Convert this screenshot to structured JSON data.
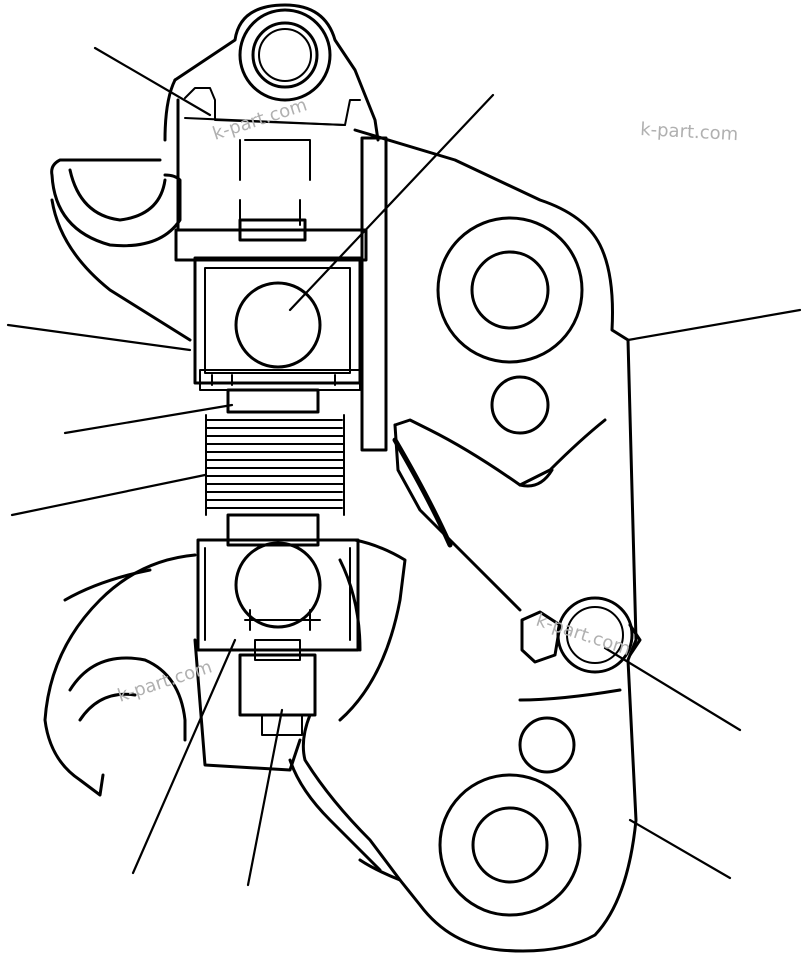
{
  "figure": {
    "watermarks": [
      "k-part.com",
      "k-part.com",
      "k-part.com",
      "k-part.com"
    ]
  },
  "colors": {
    "line": "#000000",
    "background": "#ffffff",
    "watermark": "#b0b0b0"
  }
}
